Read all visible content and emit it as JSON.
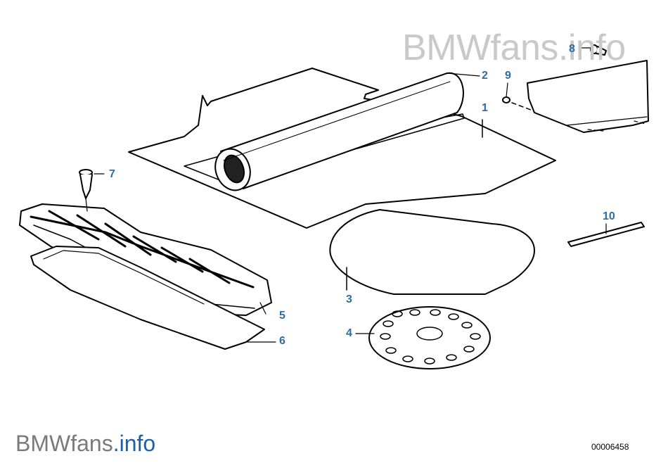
{
  "watermark": {
    "top": "BMWfans.info",
    "bottom_brand": "BMWfans",
    "bottom_domain": ".info"
  },
  "drawing_number": "00006458",
  "callouts": [
    "1",
    "2",
    "3",
    "4",
    "5",
    "6",
    "7",
    "8",
    "9",
    "10"
  ],
  "colors": {
    "callout": "#2e6da4",
    "line": "#000000",
    "watermark_top": "#c9c9c9",
    "watermark_bottom": "#7a7a7a",
    "watermark_domain": "#1f5ea8"
  }
}
